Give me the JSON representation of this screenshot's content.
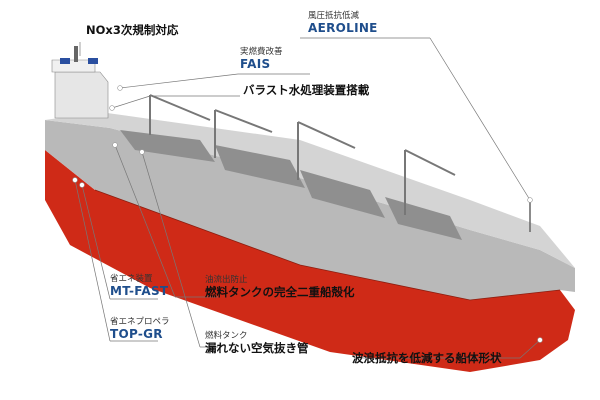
{
  "colors": {
    "accent": "#1f4e8c",
    "hull_red": "#cf2a17",
    "deck_grey": "#a9a9a9",
    "leader": "#777777"
  },
  "illustration": {
    "icon": "bulk-carrier-ship-icon"
  },
  "callouts": {
    "nox": {
      "title": "NOx3次規制対応"
    },
    "aeroline": {
      "subtitle": "風圧抵抗低減",
      "title": "AEROLINE"
    },
    "fais": {
      "subtitle": "実燃費改善",
      "title": "FAIS"
    },
    "ballast": {
      "title": "バラスト水処理装置搭載"
    },
    "mtfast": {
      "subtitle": "省エネ装置",
      "title": "MT-FAST"
    },
    "topgr": {
      "subtitle": "省エネプロペラ",
      "title": "TOP-GR"
    },
    "fueltank": {
      "subtitle": "油流出防止",
      "title": "燃料タンクの完全二重船殻化"
    },
    "airvent": {
      "subtitle": "燃料タンク",
      "title": "漏れない空気抜き管"
    },
    "hullform": {
      "title": "波浪抵抗を低減する船体形状"
    }
  }
}
